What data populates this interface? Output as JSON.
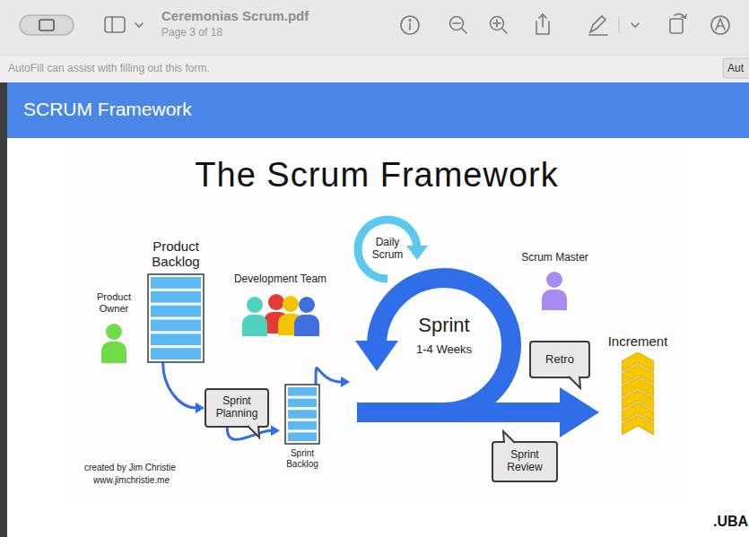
{
  "diagram": {
    "title": "The Scrum Framework",
    "nodes": [
      {
        "text": [
          "Product Backlog"
        ]
      },
      {
        "text": [
          "Daily Scrum"
        ]
      },
      {
        "text": [
          "Sprint",
          "1-4 Weeks"
        ]
      },
      {
        "text": [
          "Retro"
        ]
      },
      {
        "text": [
          "Increment"
        ]
      },
      {
        "text": [
          "Sprint Planning"
        ]
      },
      {
        "text": [
          "Sprint Backlog"
        ]
      },
      {
        "text": [
          "Sprint Review"
        ]
      }
    ],
    "edges": [
      {
        "from": 0,
        "to": 5,
        "arrow": "to"
      },
      {
        "from": 5,
        "to": 6,
        "arrow": "to"
      },
      {
        "from": 6,
        "to": 2,
        "arrow": "to"
      },
      {
        "from": 2,
        "to": 4,
        "arrow": "to"
      }
    ],
    "labels": [
      "Ceremonias Scrum.pdf",
      "Page 3 of 18",
      "AutoFill can assist with filling out this form.",
      "Aut",
      "SCRUM Framework",
      "Product Owner",
      "Development Team",
      "Scrum Master",
      "created by Jim Christie",
      "www.jimchristie.me",
      ".UBA"
    ]
  }
}
